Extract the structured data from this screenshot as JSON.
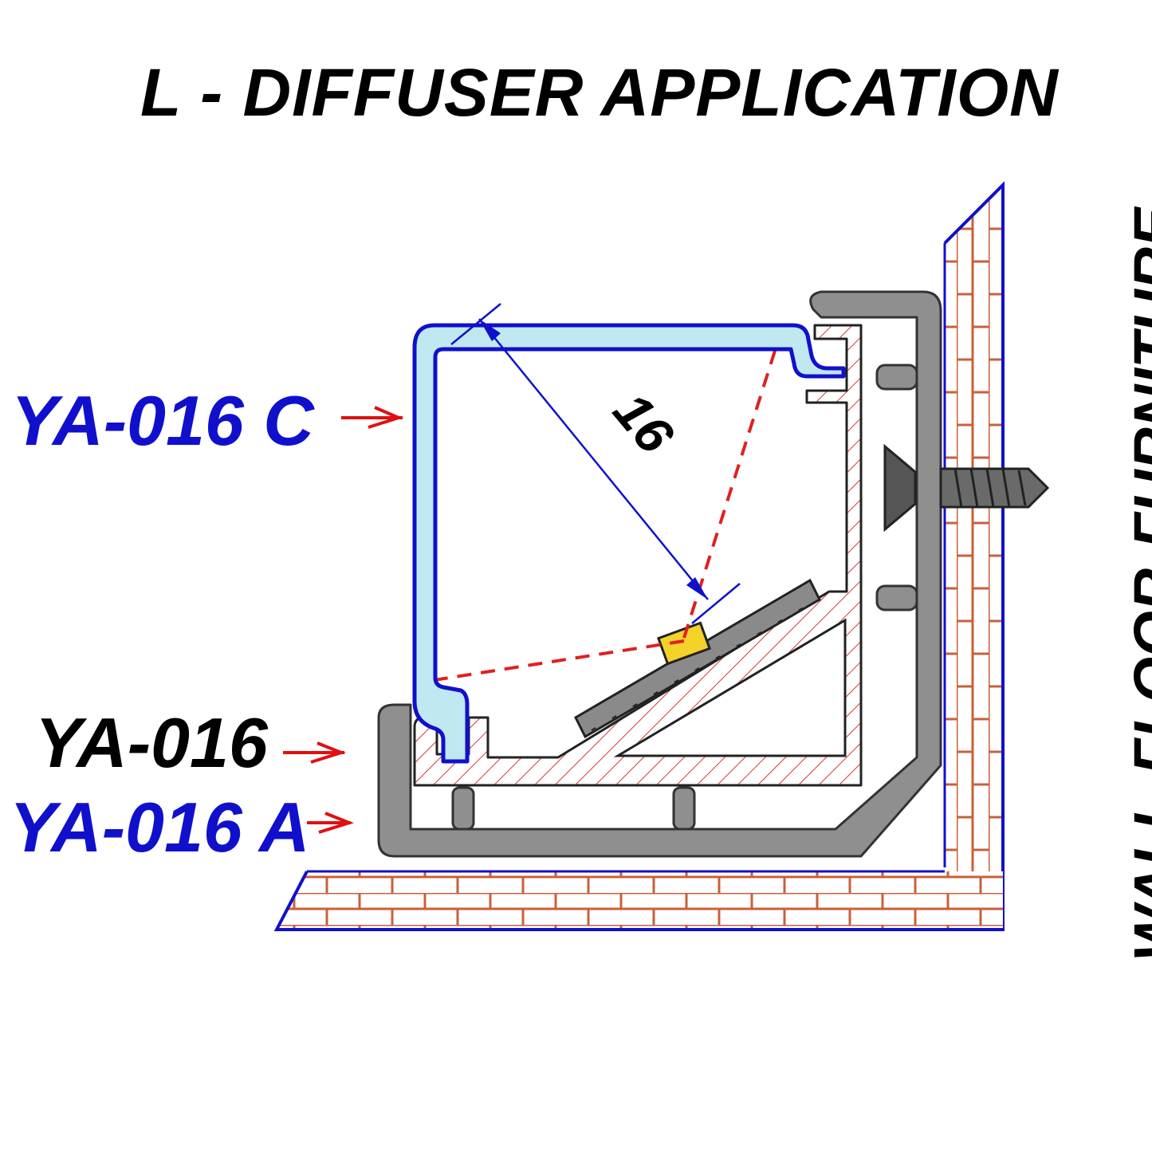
{
  "title": "L - DIFFUSER APPLICATION",
  "labels": {
    "diffuser": "YA-016 C",
    "profile": "YA-016",
    "base": "YA-016 A",
    "mounting_surface": "WALL-FLOOR-FURNITURE"
  },
  "dimension": "16",
  "colors": {
    "diffuser_outline": "#1010cc",
    "diffuser_fill": "#bfe8f0",
    "profile_hatch": "#d23a3a",
    "base_fill": "#8f8f8f",
    "brick": "#c9603a",
    "light_beam": "#e02020",
    "led_chip": "#f3d22a"
  }
}
